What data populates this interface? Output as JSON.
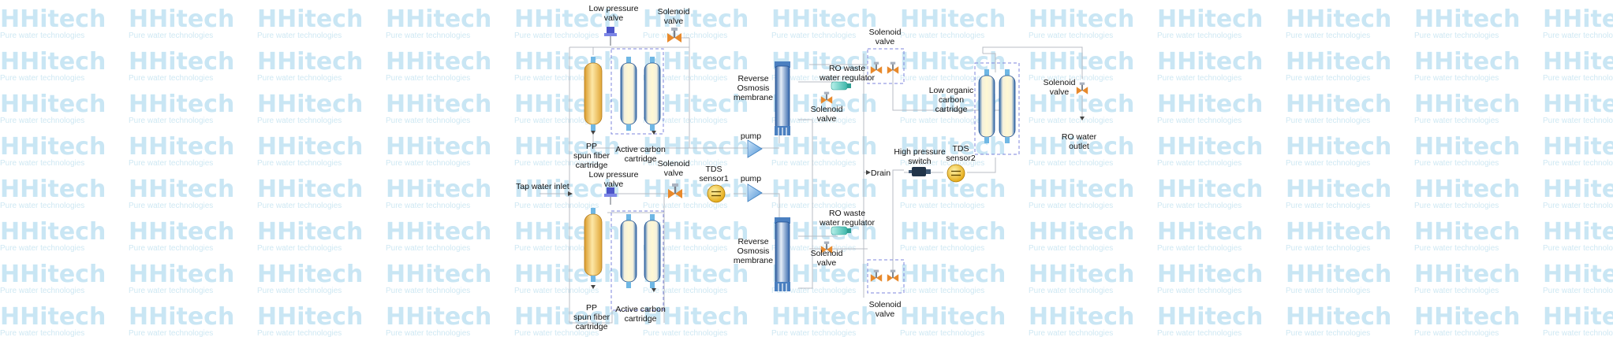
{
  "watermark": {
    "brand": "HHitech",
    "tagline": "Pure water technologies"
  },
  "colors": {
    "pp_cartridge": "#f3c257",
    "carbon_cartridge": "#4f86c6",
    "membrane": "#3b6fb3",
    "valve": "#e8892b",
    "pump": "#7fb6e6",
    "tds": "#f0c21e",
    "regulator": "#5fd0c4",
    "dashed_group": "#7e86dc",
    "watermark": "#c9e6f4"
  },
  "labels": {
    "low_pressure_valve_1": [
      "Low pressure",
      "valve"
    ],
    "solenoid_valve_top_1": [
      "Solenoid",
      "valve"
    ],
    "pp_cartridge_1": [
      "PP",
      "spun fiber",
      "cartridge"
    ],
    "active_carbon_1": [
      "Active carbon",
      "cartridge"
    ],
    "reverse_osmosis_1": [
      "Reverse",
      "Osmosis",
      "membrane"
    ],
    "ro_waste_regulator_1": [
      "RO waste",
      "water regulator"
    ],
    "solenoid_valve_reg_1": [
      "Solenoid",
      "valve"
    ],
    "solenoid_valve_box_1": [
      "Solenoid",
      "valve"
    ],
    "pump_1": [
      "pump"
    ],
    "low_organic_carbon": [
      "Low organic",
      "carbon",
      "cartridge"
    ],
    "solenoid_valve_outlet": [
      "Solenoid",
      "valve"
    ],
    "ro_water_outlet": [
      "RO water",
      "outlet"
    ],
    "high_pressure_switch": [
      "High pressure",
      "switch"
    ],
    "tds_sensor2": [
      "TDS",
      "sensor2"
    ],
    "drain": [
      "Drain"
    ],
    "tap_water_inlet": [
      "Tap water inlet"
    ],
    "low_pressure_valve_2": [
      "Low pressure",
      "valve"
    ],
    "solenoid_valve_mid": [
      "Solenoid",
      "valve"
    ],
    "tds_sensor1": [
      "TDS",
      "sensor1"
    ],
    "pump_2": [
      "pump"
    ],
    "reverse_osmosis_2": [
      "Reverse",
      "Osmosis",
      "membrane"
    ],
    "ro_waste_regulator_2": [
      "RO waste",
      "water regulator"
    ],
    "solenoid_valve_reg_2": [
      "Solenoid",
      "valve"
    ],
    "solenoid_valve_box_2": [
      "Solenoid",
      "valve"
    ],
    "pp_cartridge_2": [
      "PP",
      "spun fiber",
      "cartridge"
    ],
    "active_carbon_2": [
      "Active carbon",
      "cartridge"
    ]
  }
}
